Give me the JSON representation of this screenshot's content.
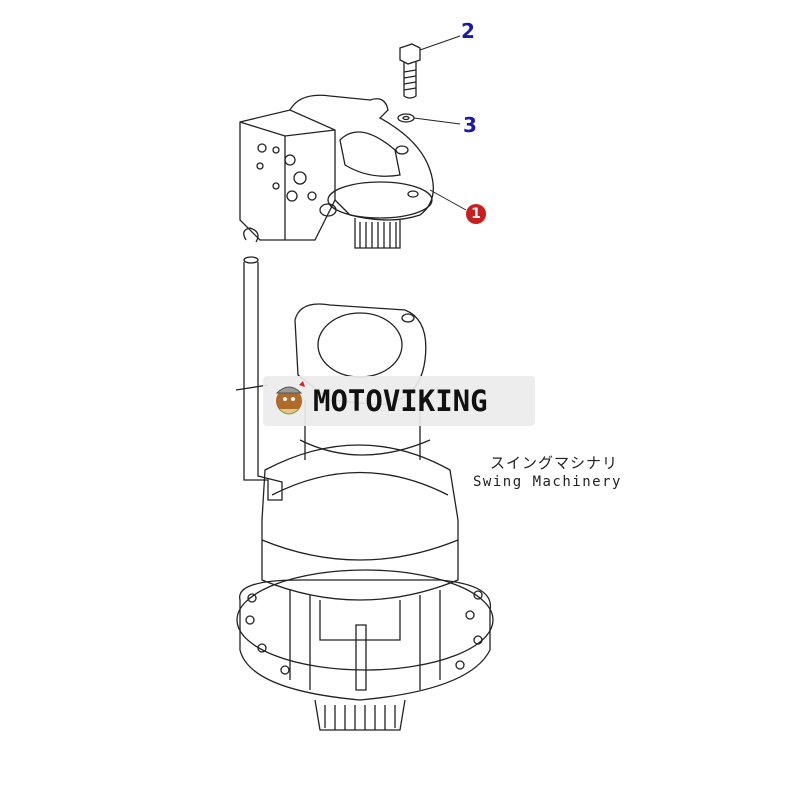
{
  "callouts": {
    "part1": "1",
    "part2": "2",
    "part3": "3"
  },
  "watermark": {
    "brand": "MOTOVIKING"
  },
  "caption": {
    "japanese": "スイングマシナリ",
    "english": "Swing Machinery"
  },
  "colors": {
    "callout_blue": "#1a1aa8",
    "callout_red": "#c81e1e",
    "line": "#222222"
  }
}
